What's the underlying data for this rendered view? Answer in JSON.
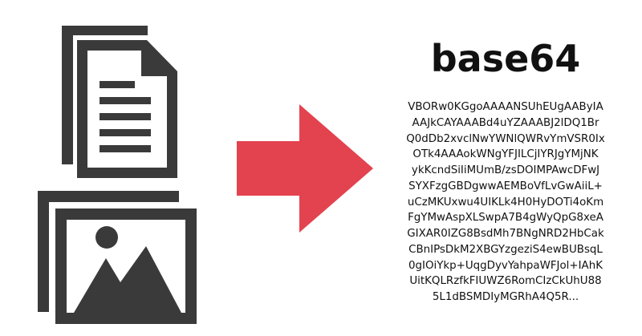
{
  "title": "base64",
  "colors": {
    "icon": "#3a3a3a",
    "arrow": "#e3424f",
    "text": "#111111",
    "background": "#ffffff"
  },
  "icons": [
    "documents-icon",
    "images-icon",
    "arrow-right-icon"
  ],
  "base64_lines": [
    "VBORw0KGgoAAAANSUhEUgAAByIA",
    "AAJkCAYAAABd4uYZAAABJ2lDQ1Br",
    "Q0dDb2xvclNwYWNlQWRvYmVSR0Ix",
    "OTk4AAAokWNgYFJILCjIYRJgYMjNK",
    "ykKcndSiIiMUmB/zsDOIMPAwcDFwJ",
    "SYXFzgGBDgwwAEMBoVfLvGwAiiL+",
    "uCzMKUxwu4UIKLk4H0HyDOTi4oKm",
    "FgYMwAspXLSwpA7B4gWyQpG8xeA",
    "GIXAR0IZG8BsdMh7BNgNRD2HbCak",
    "CBnIPsDkM2XBGYzgeziS4ewBUBsqL",
    "0gIOiYkp+UqgDyvYahpaWFJol+IAhK",
    "UitKQLRzfkFIUWZ6RomCIzCkUhU88",
    "5L1dBSMDIyMGRhA4Q5R..."
  ]
}
